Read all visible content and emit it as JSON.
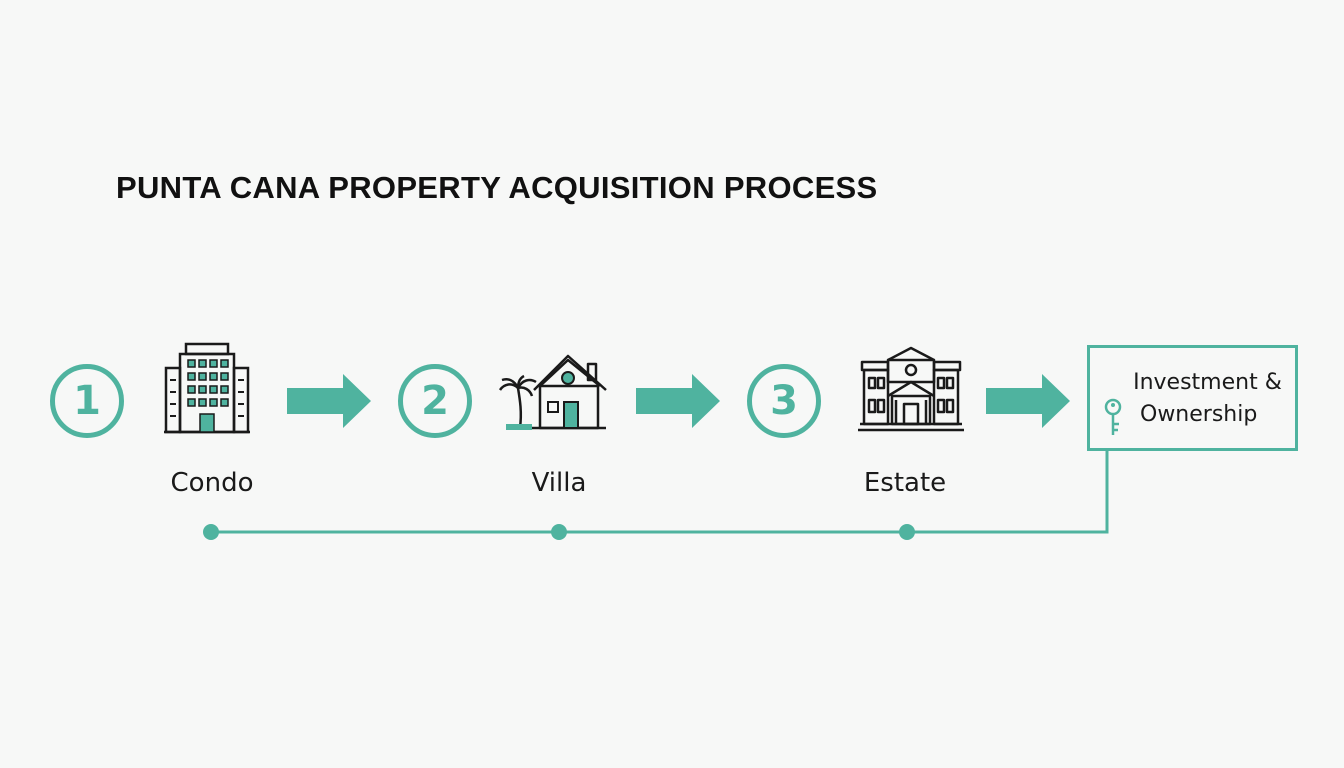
{
  "title": "PUNTA CANA PROPERTY ACQUISITION PROCESS",
  "colors": {
    "accent": "#4fb39f",
    "text": "#1a1a1a",
    "background": "#f7f8f7"
  },
  "steps": [
    {
      "number": "1",
      "label": "Condo",
      "icon": "condo-building-icon"
    },
    {
      "number": "2",
      "label": "Villa",
      "icon": "villa-house-palm-icon"
    },
    {
      "number": "3",
      "label": "Estate",
      "icon": "estate-mansion-icon"
    }
  ],
  "final": {
    "line1": "Investment &",
    "line2": "Ownership",
    "icon": "key-icon"
  }
}
